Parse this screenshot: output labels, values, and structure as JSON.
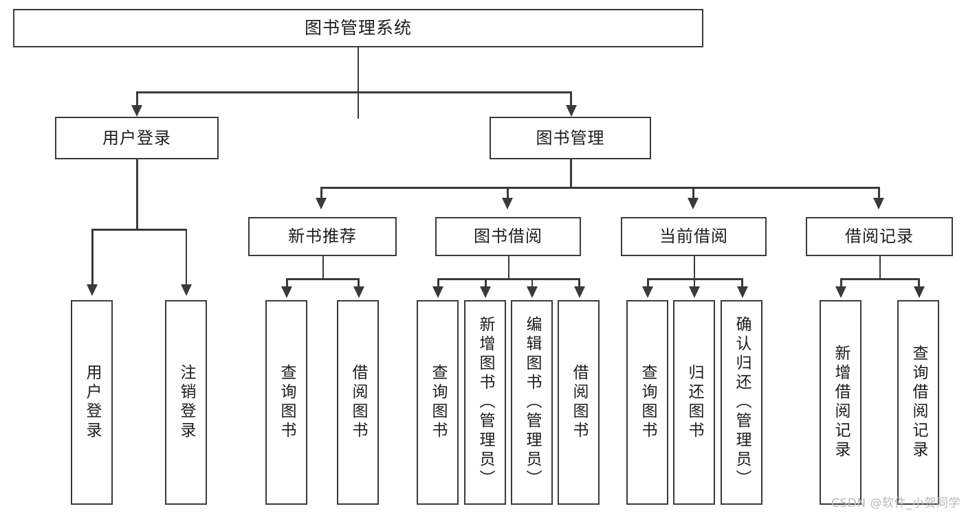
{
  "diagram": {
    "type": "tree",
    "title": "图书管理系统",
    "orientation": "top-down",
    "colors": {
      "stroke": "#3a3a3a",
      "fill": "#ffffff",
      "text": "#1d1d1d",
      "watermark": "#b9b9b9"
    },
    "root": {
      "label": "图书管理系统"
    },
    "level2": [
      {
        "label": "用户登录"
      },
      {
        "label": "图书管理"
      }
    ],
    "level3": [
      {
        "label": "新书推荐"
      },
      {
        "label": "图书借阅"
      },
      {
        "label": "当前借阅"
      },
      {
        "label": "借阅记录"
      }
    ],
    "leaves": {
      "user_login": [
        {
          "label": "用户登录"
        },
        {
          "label": "注销登录"
        }
      ],
      "new_book_recommend": [
        {
          "label": "查询图书"
        },
        {
          "label": "借阅图书"
        }
      ],
      "book_borrow": [
        {
          "label": "查询图书"
        },
        {
          "label": "新增图书（管理员）"
        },
        {
          "label": "编辑图书（管理员）"
        },
        {
          "label": "借阅图书"
        }
      ],
      "current_borrow": [
        {
          "label": "查询图书"
        },
        {
          "label": "归还图书"
        },
        {
          "label": "确认归还（管理员）"
        }
      ],
      "borrow_record": [
        {
          "label": "新增借阅记录"
        },
        {
          "label": "查询借阅记录"
        }
      ]
    }
  },
  "watermark": {
    "text": "CSDN @软件_小贺同学"
  }
}
